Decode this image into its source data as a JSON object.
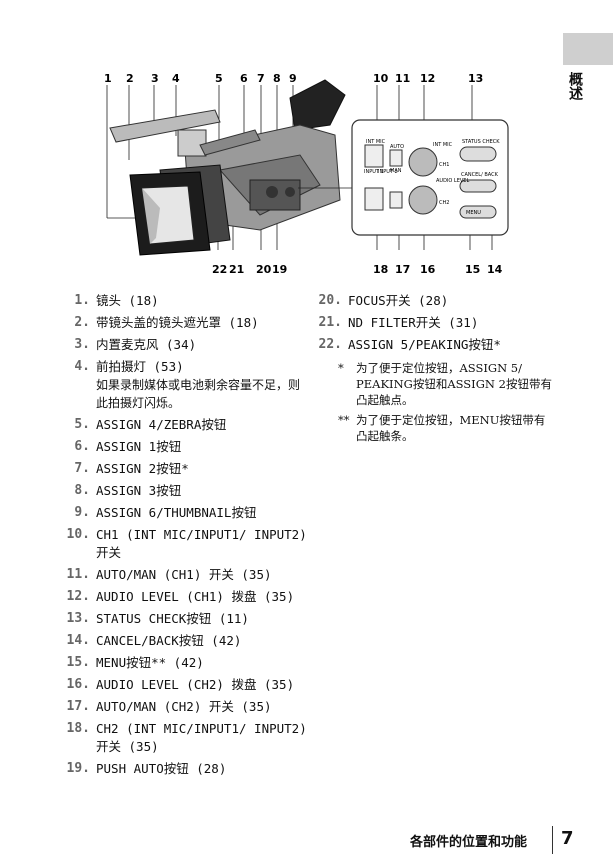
{
  "side_label": "概述",
  "callouts_top": [
    "1",
    "2",
    "3",
    "4",
    "5",
    "6",
    "7",
    "8",
    "9",
    "10",
    "11",
    "12",
    "13"
  ],
  "callouts_bottom_left": [
    "22",
    "21",
    "20",
    "19"
  ],
  "callouts_bottom_right": [
    "18",
    "17",
    "16",
    "15",
    "14"
  ],
  "panel_labels": {
    "int_mic": "INT MIC",
    "input1": "INPUT 1",
    "input2": "INPUT 2",
    "auto": "AUTO",
    "man": "MAN",
    "ch1": "CH1",
    "ch2": "CH2",
    "audio_level": "AUDIO LEVEL",
    "int_mic_dial": "INT MIC",
    "status_check": "STATUS CHECK",
    "cancel_back": "CANCEL/ BACK",
    "menu": "MENU"
  },
  "items_left": [
    {
      "num": "1.",
      "text": "镜头 (18)"
    },
    {
      "num": "2.",
      "text": "带镜头盖的镜头遮光罩 (18)"
    },
    {
      "num": "3.",
      "text": "内置麦克风 (34)"
    },
    {
      "num": "4.",
      "text": "前拍摄灯 (53)",
      "sub": "如果录制媒体或电池剩余容量不足，则此拍摄灯闪烁。"
    },
    {
      "num": "5.",
      "text": "ASSIGN 4/ZEBRA按钮"
    },
    {
      "num": "6.",
      "text": "ASSIGN 1按钮"
    },
    {
      "num": "7.",
      "text": "ASSIGN 2按钮*"
    },
    {
      "num": "8.",
      "text": "ASSIGN 3按钮"
    },
    {
      "num": "9.",
      "text": "ASSIGN 6/THUMBNAIL按钮"
    },
    {
      "num": "10.",
      "text": "CH1 (INT MIC/INPUT1/ INPUT2) 开关"
    },
    {
      "num": "11.",
      "text": "AUTO/MAN (CH1) 开关 (35)"
    },
    {
      "num": "12.",
      "text": "AUDIO LEVEL (CH1) 拨盘 (35)"
    },
    {
      "num": "13.",
      "text": "STATUS CHECK按钮 (11)"
    },
    {
      "num": "14.",
      "text": "CANCEL/BACK按钮 (42)"
    },
    {
      "num": "15.",
      "text": "MENU按钮** (42)"
    },
    {
      "num": "16.",
      "text": "AUDIO LEVEL (CH2) 拨盘 (35)"
    },
    {
      "num": "17.",
      "text": "AUTO/MAN (CH2) 开关 (35)"
    },
    {
      "num": "18.",
      "text": "CH2 (INT MIC/INPUT1/ INPUT2) 开关 (35)"
    },
    {
      "num": "19.",
      "text": "PUSH AUTO按钮 (28)"
    }
  ],
  "items_right": [
    {
      "num": "20.",
      "text": "FOCUS开关 (28)"
    },
    {
      "num": "21.",
      "text": "ND FILTER开关 (31)"
    },
    {
      "num": "22.",
      "text": "ASSIGN 5/PEAKING按钮*"
    }
  ],
  "notes": [
    {
      "mark": "*",
      "text": "为了便于定位按钮，ASSIGN 5/ PEAKING按钮和ASSIGN 2按钮带有凸起触点。"
    },
    {
      "mark": "**",
      "text": "为了便于定位按钮，MENU按钮带有凸起触条。"
    }
  ],
  "footer": {
    "title": "各部件的位置和功能",
    "page": "7"
  }
}
